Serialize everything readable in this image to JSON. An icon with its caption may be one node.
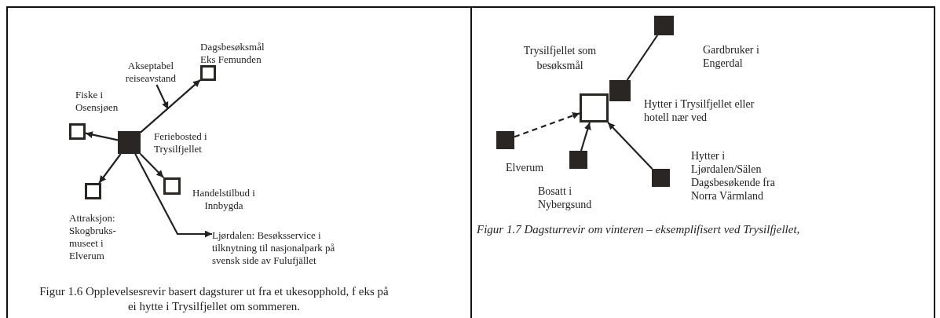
{
  "diagram": {
    "nodes": [
      {
        "text": [
          "Dagsbesøksmål Eks Femunden"
        ]
      },
      {
        "text": [
          "Fiske i Osensjøen"
        ]
      },
      {
        "text": [
          "Feriebosted i Trysilfjellet"
        ]
      },
      {
        "text": [
          "Attraksjon: Skogbruks- museet i Elverum"
        ]
      },
      {
        "text": [
          "Handelstilbud i Innbygda"
        ]
      },
      {
        "text": [
          "Ljørdalen: Besøksservice i tilknytning til nasjonalpark på svensk side av Fulufjället"
        ]
      },
      {
        "text": [
          "Akseptabel reiseavstand"
        ]
      },
      {
        "text": [
          "Trysilfjellet som besøksmål"
        ]
      },
      {
        "text": [
          "Gardbruker i Engerdal"
        ]
      },
      {
        "text": [
          "Hytter i Trysilfjellet eller hotell nær ved"
        ]
      },
      {
        "text": [
          "Elverum"
        ]
      },
      {
        "text": [
          "Bosatt i Nybergsund"
        ]
      },
      {
        "text": [
          "Hytter i Ljørdalen/Sälen",
          "Dagsbesøkende fra Norra Värmland"
        ]
      }
    ],
    "edges": [
      {
        "from": 2,
        "to": 0,
        "arrow": "to"
      },
      {
        "from": 2,
        "to": 1,
        "arrow": "to"
      },
      {
        "from": 2,
        "to": 3,
        "arrow": "to"
      },
      {
        "from": 2,
        "to": 4,
        "arrow": "to"
      },
      {
        "from": 2,
        "to": 5,
        "arrow": "to"
      },
      {
        "from": 6,
        "to": null,
        "arrow": "to"
      },
      {
        "from": 8,
        "to": 9,
        "arrow": "none"
      },
      {
        "from": 10,
        "to": 7,
        "arrow": "to",
        "style": "dashed"
      },
      {
        "from": 11,
        "to": 7,
        "arrow": "to"
      },
      {
        "from": 12,
        "to": 7,
        "arrow": "to"
      }
    ],
    "labels": [
      "Figur 1.6 Opplevelsesrevir basert dagsturer ut fra et ukesopphold, f eks på ei hytte i Trysilfjellet om sommeren.",
      "Figur 1.7 Dagsturrevir om vinteren – eksemplifisert ved Trysilfjellet,"
    ]
  }
}
